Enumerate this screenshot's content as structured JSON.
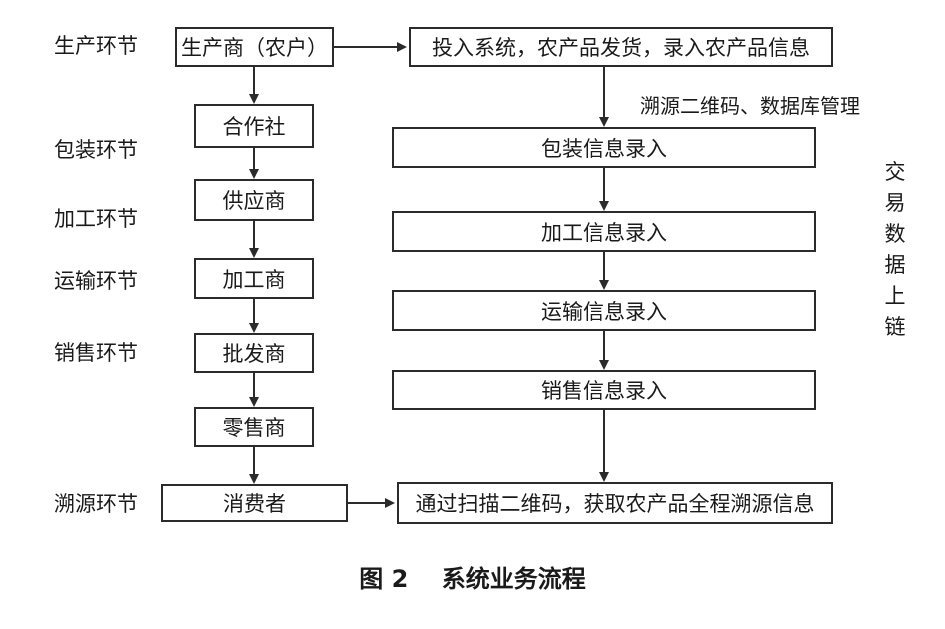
{
  "stages": [
    "生产环节",
    "包装环节",
    "加工环节",
    "运输环节",
    "销售环节",
    "溯源环节"
  ],
  "actors": [
    "生产商（农户）",
    "合作社",
    "供应商",
    "加工商",
    "批发商",
    "零售商",
    "消费者"
  ],
  "processes": {
    "top": "投入系统，农产品发货，录入农产品信息",
    "packaging": "包装信息录入",
    "processing": "加工信息录入",
    "transport": "运输信息录入",
    "sales": "销售信息录入",
    "final": "通过扫描二维码，获取农产品全程溯源信息"
  },
  "annotations": {
    "qr_db": "溯源二维码、数据库管理",
    "blockchain": "交易数据上链"
  },
  "caption": "图 2    系统业务流程"
}
